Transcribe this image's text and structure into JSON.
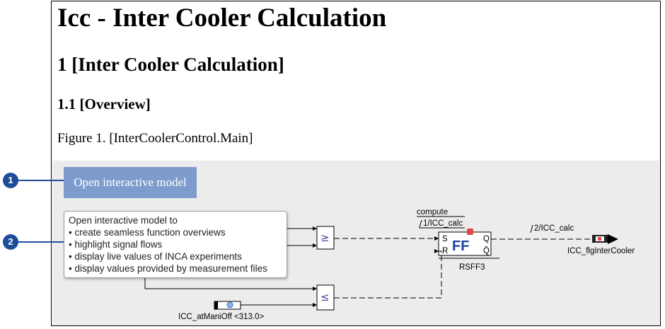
{
  "document": {
    "title": "Icc - Inter Cooler Calculation",
    "section": "1 [Inter Cooler Calculation]",
    "subsection": "1.1 [Overview]",
    "figure_caption": "Figure 1. [InterCoolerControl.Main]"
  },
  "model": {
    "open_button": "Open interactive model",
    "tooltip_lines": [
      "Open interactive model to",
      "• create seamless function overviews",
      "• highlight signal flows",
      "• display live values of INCA experiments",
      "• display values provided by measurement files"
    ]
  },
  "diagram": {
    "compute_label": "compute",
    "signal1_label": "1/ICC_calc",
    "signal2_label": "2/ICC_calc",
    "ff_block_text": "FF",
    "ff_pin_s": "S",
    "ff_pin_r": "R",
    "ff_pin_q": "Q",
    "ff_pin_qbar": "Q̄",
    "ff_block_name": "RSFF3",
    "output_name": "ICC_flgInterCooler",
    "input_name": "ICC_atManiOff",
    "input_value": "<313.0>"
  },
  "callouts": [
    "1",
    "2"
  ],
  "colors": {
    "accent_marker": "#1f4d9a",
    "button_bg": "#7d9ccd",
    "model_bg": "#ececec",
    "block_fill": "#ffffff",
    "ff_text": "#1a3fa0",
    "led_red": "#e04848"
  }
}
